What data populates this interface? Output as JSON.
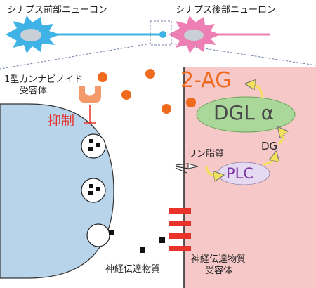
{
  "labels": {
    "presynaptic_neuron": "シナプス前部ニューロン",
    "postsynaptic_neuron": "シナプス後部ニューロン",
    "cb1_receptor_line1": "1型カンナビノイド",
    "cb1_receptor_line2": "受容体",
    "inhibition": "抑制",
    "two_ag": "2-AG",
    "dgl_alpha": "DGL α",
    "dg": "DG",
    "phospholipid": "リン脂質",
    "plc": "PLC",
    "neurotransmitter": "神経伝達物質",
    "nt_receptor_line1": "神経伝達物質",
    "nt_receptor_line2": "受容体"
  },
  "colors": {
    "presynaptic": "#b8d4ea",
    "presynaptic_neuron": "#3fb3e6",
    "postsynaptic": "#f7c8c8",
    "postsynaptic_neuron": "#ee7fb4",
    "two_ag_dots": "#f06a1e",
    "receptor": "#f4996a",
    "inhibition": "#e8332a",
    "dgl_ellipse": "#a9d89a",
    "plc_ellipse": "#e6daf2",
    "plc_text": "#7d3aa6",
    "arrow": "#f2e15a",
    "nt_receptor": "#e8332a"
  }
}
